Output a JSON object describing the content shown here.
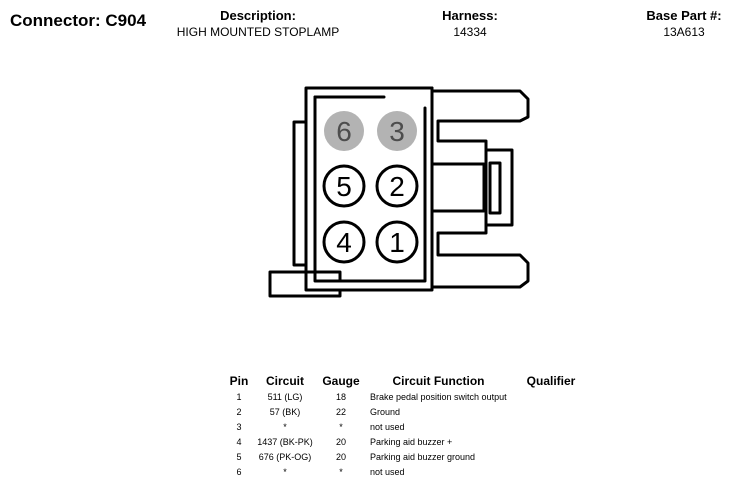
{
  "header": {
    "connector_label": "Connector: C904",
    "description_label": "Description:",
    "description_value": "HIGH MOUNTED STOPLAMP",
    "harness_label": "Harness:",
    "harness_value": "14334",
    "base_part_label": "Base Part #:",
    "base_part_value": "13A613"
  },
  "connector": {
    "pins": [
      {
        "label": "6",
        "filled": true
      },
      {
        "label": "3",
        "filled": true
      },
      {
        "label": "5",
        "filled": false
      },
      {
        "label": "2",
        "filled": false
      },
      {
        "label": "4",
        "filled": false
      },
      {
        "label": "1",
        "filled": false
      }
    ],
    "colors": {
      "unused_pin_fill": "#b3b3b3",
      "unused_pin_text": "#4d4d4d",
      "line": "#000000"
    }
  },
  "table": {
    "headers": {
      "pin": "Pin",
      "circuit": "Circuit",
      "gauge": "Gauge",
      "function": "Circuit Function",
      "qualifier": "Qualifier"
    },
    "rows": [
      {
        "pin": "1",
        "circuit": "511 (LG)",
        "gauge": "18",
        "function": "Brake pedal position switch output",
        "qualifier": ""
      },
      {
        "pin": "2",
        "circuit": "57 (BK)",
        "gauge": "22",
        "function": "Ground",
        "qualifier": ""
      },
      {
        "pin": "3",
        "circuit": "*",
        "gauge": "*",
        "function": "not used",
        "qualifier": ""
      },
      {
        "pin": "4",
        "circuit": "1437 (BK-PK)",
        "gauge": "20",
        "function": "Parking aid buzzer +",
        "qualifier": ""
      },
      {
        "pin": "5",
        "circuit": "676 (PK-OG)",
        "gauge": "20",
        "function": "Parking aid buzzer ground",
        "qualifier": ""
      },
      {
        "pin": "6",
        "circuit": "*",
        "gauge": "*",
        "function": "not used",
        "qualifier": ""
      }
    ]
  }
}
